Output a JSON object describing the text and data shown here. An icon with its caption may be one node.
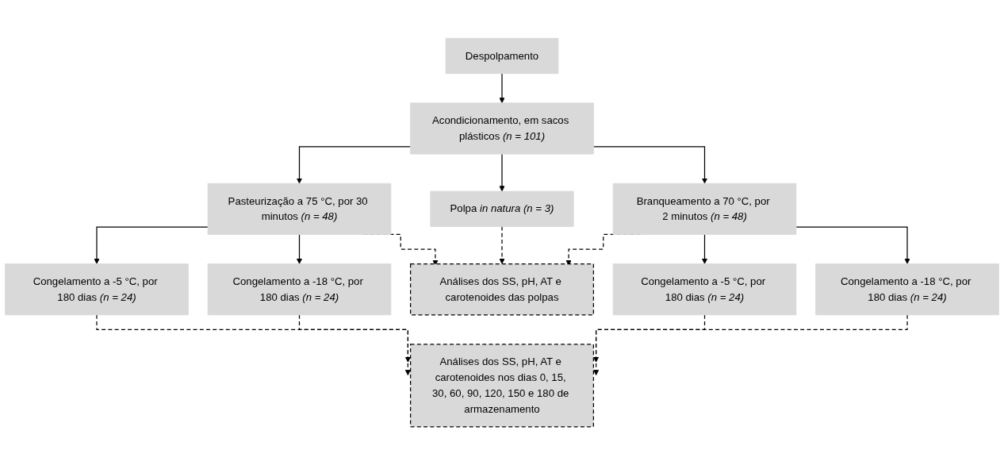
{
  "diagram": {
    "nodes": [
      {
        "text": [
          "Despolpamento"
        ]
      },
      {
        "text": [
          "Acondicionamento, em sacos plásticos *(n = 101)*"
        ]
      },
      {
        "text": [
          "Pasteurização a 75 °C, por 30 minutos *(n = 48)*"
        ]
      },
      {
        "text": [
          "Polpa *in natura* *(n = 3)*"
        ]
      },
      {
        "text": [
          "Branqueamento a 70 °C, por 2 minutos *(n = 48)*"
        ]
      },
      {
        "text": [
          "Congelamento a -5 °C, por 180 dias *(n = 24)*"
        ]
      },
      {
        "text": [
          "Congelamento a -18 °C, por 180 dias *(n = 24)*"
        ]
      },
      {
        "text": [
          "Análises dos SS, pH, AT e carotenoides das polpas"
        ]
      },
      {
        "text": [
          "Congelamento a -5 °C, por 180 dias *(n = 24)*"
        ]
      },
      {
        "text": [
          "Congelamento a -18 °C, por 180 dias *(n = 24)*"
        ]
      },
      {
        "text": [
          "Análises dos SS, pH, AT e carotenoides nos dias 0, 15, 30, 60, 90, 120, 150 e 180 de armazenamento"
        ]
      }
    ],
    "edges": [
      {
        "from": 0,
        "to": 1,
        "arrow": "to"
      },
      {
        "from": 1,
        "to": 2,
        "arrow": "to"
      },
      {
        "from": 1,
        "to": 3,
        "arrow": "to"
      },
      {
        "from": 1,
        "to": 4,
        "arrow": "to"
      },
      {
        "from": 2,
        "to": 5,
        "arrow": "to"
      },
      {
        "from": 2,
        "to": 6,
        "arrow": "to"
      },
      {
        "from": 2,
        "to": 7,
        "arrow": "to",
        "style": "dashed"
      },
      {
        "from": 3,
        "to": 7,
        "arrow": "to",
        "style": "dashed"
      },
      {
        "from": 4,
        "to": 7,
        "arrow": "to",
        "style": "dashed"
      },
      {
        "from": 4,
        "to": 8,
        "arrow": "to"
      },
      {
        "from": 4,
        "to": 9,
        "arrow": "to"
      },
      {
        "from": 5,
        "to": 10,
        "arrow": "to",
        "style": "dashed"
      },
      {
        "from": 6,
        "to": 10,
        "arrow": "to",
        "style": "dashed"
      },
      {
        "from": 8,
        "to": 10,
        "arrow": "to",
        "style": "dashed"
      },
      {
        "from": 9,
        "to": 10,
        "arrow": "to",
        "style": "dashed"
      }
    ]
  }
}
